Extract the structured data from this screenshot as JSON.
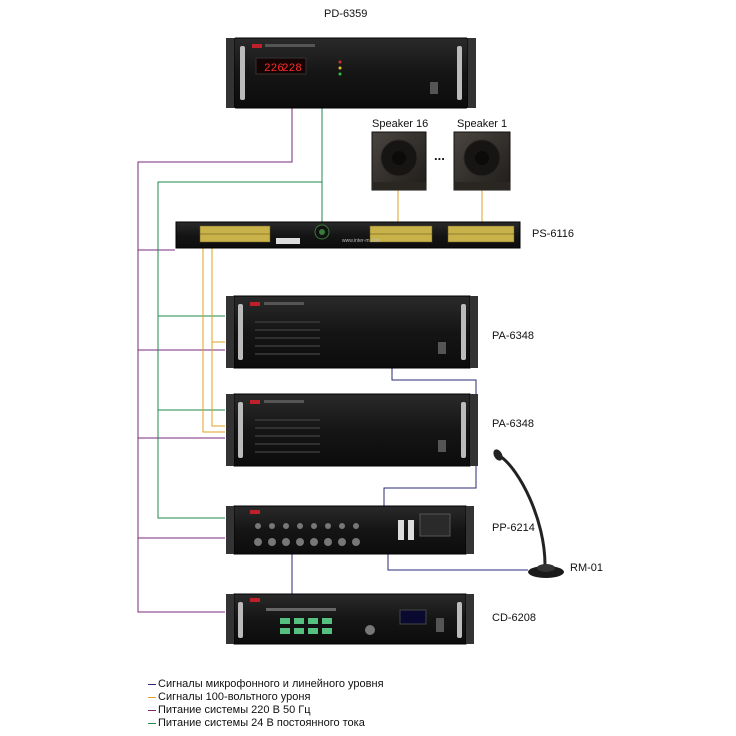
{
  "devices": {
    "pd6359": {
      "label": "PD-6359",
      "display_left": "226",
      "display_right": "228"
    },
    "speaker16": {
      "label": "Speaker 16"
    },
    "speaker1": {
      "label": "Speaker 1"
    },
    "speaker_ellipsis": "...",
    "ps6116": {
      "label": "PS-6116",
      "website": "www.inter-m.com"
    },
    "pa6348_top": {
      "label": "PA-6348"
    },
    "pa6348_bottom": {
      "label": "PA-6348"
    },
    "pp6214": {
      "label": "PP-6214"
    },
    "rm01": {
      "label": "RM-01"
    },
    "cd6208": {
      "label": "CD-6208"
    }
  },
  "legend": [
    {
      "text": "Сигналы микрофонного и линейного уровня",
      "color": "#2b2a7a"
    },
    {
      "text": "Сигналы 100-вольтного уроня",
      "color": "#e0a020"
    },
    {
      "text": "Питание системы 220 В 50 Гц",
      "color": "#7b2a7b"
    },
    {
      "text": "Питание системы 24 В постоянного тока",
      "color": "#1f8a4c"
    }
  ],
  "colors": {
    "signal": "#2b2a7a",
    "v100": "#e0a020",
    "ac220": "#7b2a7b",
    "dc24": "#1f8a4c",
    "rack": "#1a1a1a"
  }
}
